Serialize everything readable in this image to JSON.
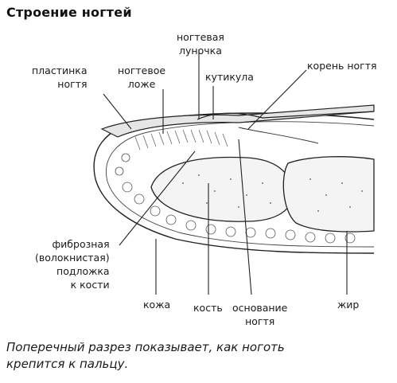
{
  "title": "Строение ногтей",
  "labels": {
    "nail_plate": [
      "пластинка",
      "ногтя"
    ],
    "nail_bed": [
      "ногтевое",
      "ложе"
    ],
    "lunula": [
      "ногтевая",
      "луночка"
    ],
    "cuticle": "кутикула",
    "nail_root": "корень ногтя",
    "fibrous_base": [
      "фиброзная",
      "(волокнистая)",
      "подложка",
      "к кости"
    ],
    "skin": "кожа",
    "bone": "кость",
    "nail_base": [
      "основание",
      "ногтя"
    ],
    "fat": "жир"
  },
  "caption": [
    "Поперечный разрез показывает, как ноготь",
    "крепится к пальцу."
  ]
}
